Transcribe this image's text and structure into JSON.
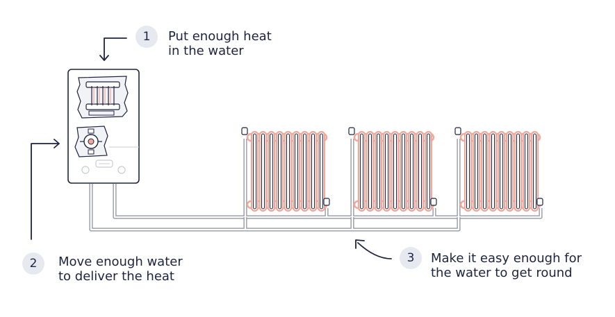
{
  "steps": [
    {
      "number": "1",
      "line1": "Put enough heat",
      "line2": "in the water"
    },
    {
      "number": "2",
      "line1": "Move enough water",
      "line2": "to deliver the heat"
    },
    {
      "number": "3",
      "line1": "Make it easy enough for",
      "line2": "the water to get round"
    }
  ],
  "colors": {
    "ink": "#1d2340",
    "pipe": "#8a8e9c",
    "hot": "#f1a89a",
    "badge": "#e6e9ef"
  },
  "icons": [
    "boiler-icon",
    "heat-exchanger-icon",
    "pump-icon",
    "radiator-icon",
    "arrow-icon"
  ]
}
